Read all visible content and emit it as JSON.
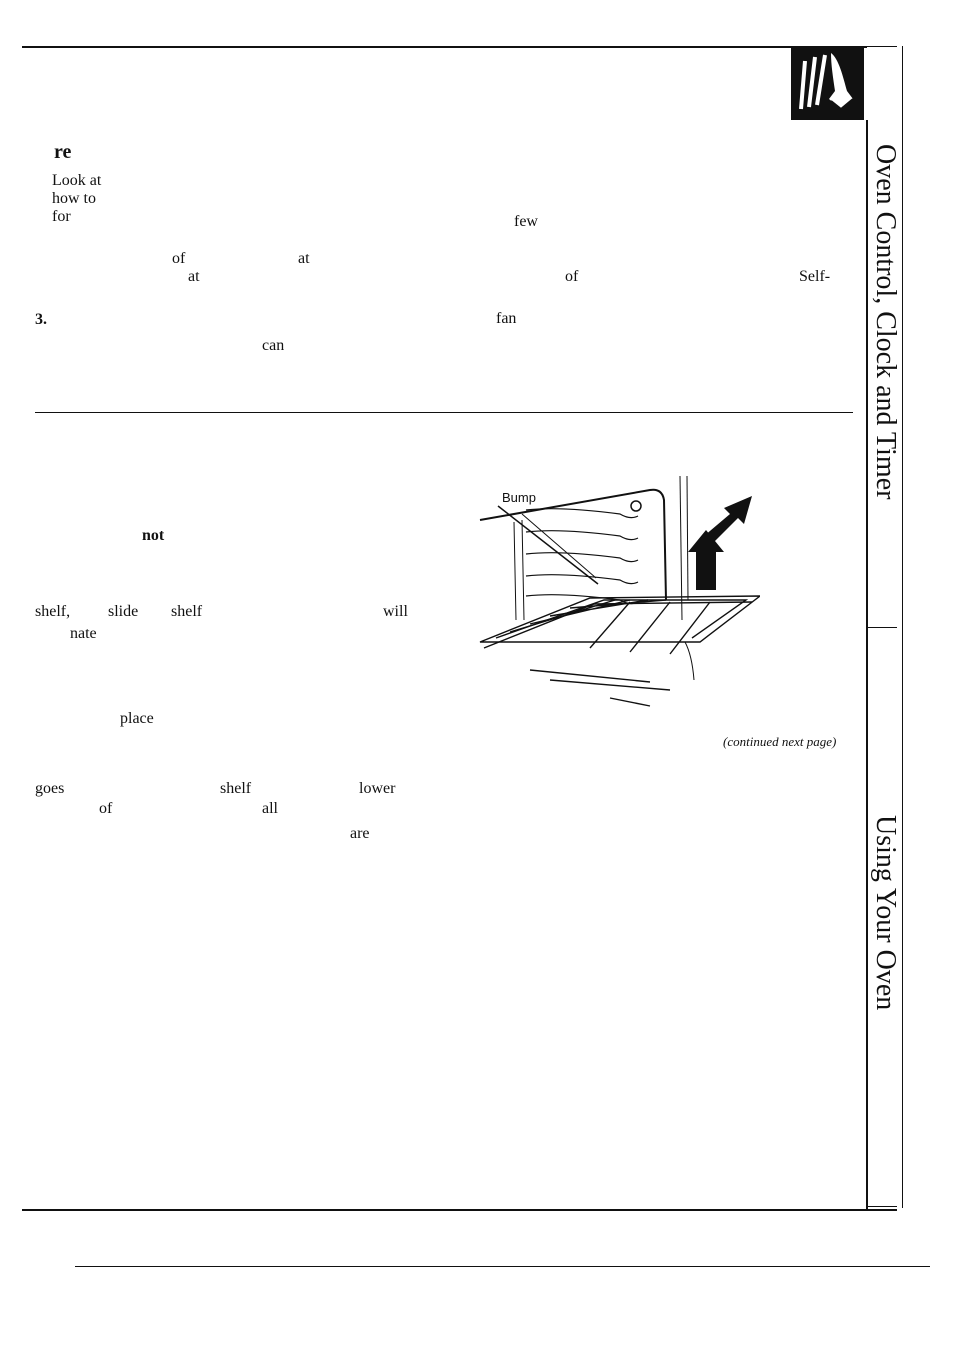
{
  "header": {
    "icon": "hand-pressing-button-icon"
  },
  "side_tab": {
    "top_title": "Oven Control, Clock and Timer",
    "bottom_title": "Using Your Oven"
  },
  "upper_section": {
    "heading_fragment": "re",
    "left_words": {
      "w1": "Look at",
      "w2": "how to",
      "w3": "for",
      "w4": "of",
      "w5": "at",
      "w6": "at",
      "w7": "3.",
      "w8": "can"
    },
    "right_words": {
      "w1": "few",
      "w2": "of",
      "w3": "Self-",
      "w4": "fan"
    }
  },
  "lower_section": {
    "words": {
      "not": "not",
      "shelf1": "shelf,",
      "slide": "slide",
      "shelf2": "shelf",
      "will": "will",
      "nate": "nate",
      "place": "place",
      "goes": "goes",
      "shelf3": "shelf",
      "lower": "lower",
      "of": "of",
      "all": "all",
      "are": "are"
    }
  },
  "figure": {
    "label": "Bump",
    "caption": "(continued next page)"
  }
}
